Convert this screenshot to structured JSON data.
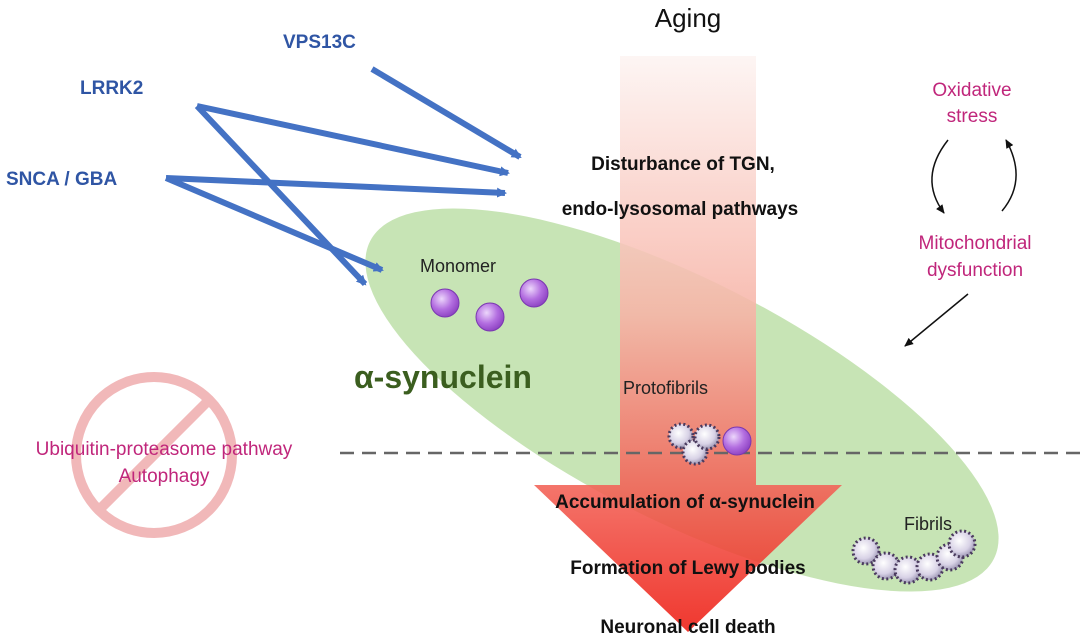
{
  "title": "Aging",
  "colors": {
    "gene_blue": "#2f55a4",
    "magenta": "#c0267b",
    "green_text": "#3b5e1f",
    "ellipse_fill": "#b7dca0",
    "arrow_top": "#fbe9e6",
    "arrow_bottom": "#ee1c12",
    "monomer": "#b36ee0",
    "prohibit": "#e8898b"
  },
  "genes": [
    "VPS13C",
    "LRRK2",
    "SNCA / GBA"
  ],
  "disturbance": {
    "line1": "Disturbance of TGN,",
    "line2": "endo-lysosomal pathways"
  },
  "synuclein_label": "α-synuclein",
  "species": {
    "monomer": "Monomer",
    "protofibrils": "Protofibrils",
    "fibrils": "Fibrils"
  },
  "steps": {
    "accumulation": "Accumulation of α-synuclein",
    "lewy": "Formation of Lewy bodies",
    "death": "Neuronal cell death"
  },
  "stress": {
    "oxidative_line1": "Oxidative",
    "oxidative_line2": "stress",
    "mito_line1": "Mitochondrial",
    "mito_line2": "dysfunction"
  },
  "clearance": {
    "line1": "Ubiquitin-proteasome pathway",
    "line2": "Autophagy"
  }
}
